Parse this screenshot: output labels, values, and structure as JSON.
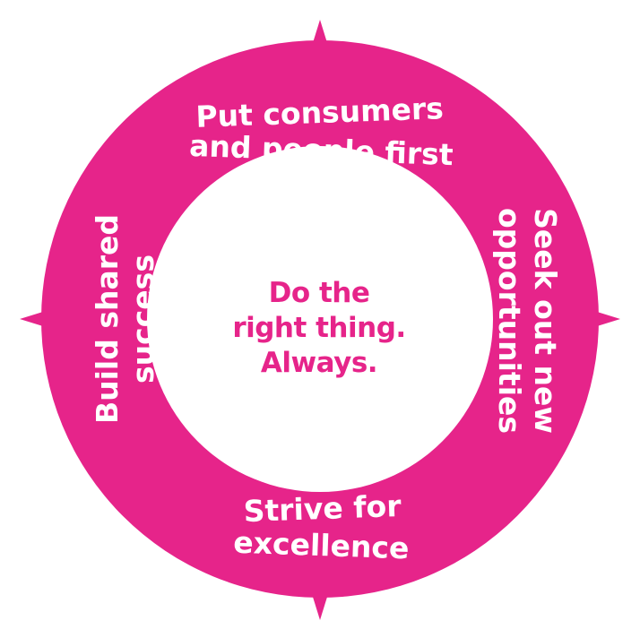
{
  "colors": {
    "ring": "#e6248a",
    "center_background": "#ffffff",
    "ring_text": "#ffffff",
    "center_text": "#e6248a"
  },
  "center": {
    "lines": [
      "Do the",
      "right thing.",
      "Always."
    ]
  },
  "values": {
    "top": [
      "Put consumers",
      "and people first"
    ],
    "right": [
      "Seek out new",
      "opportunities"
    ],
    "bottom": [
      "Strive for",
      "excellence"
    ],
    "left": [
      "Build shared",
      "success"
    ]
  }
}
